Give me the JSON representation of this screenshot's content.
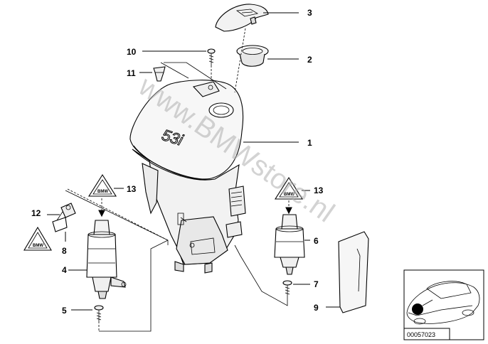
{
  "diagram": {
    "callouts": [
      "1",
      "2",
      "3",
      "4",
      "5",
      "6",
      "7",
      "8",
      "9",
      "10",
      "11",
      "12",
      "13",
      "13"
    ],
    "tank_marking": "53i",
    "warning_symbol_text": "BMW",
    "watermark": "www.BMWstore.nl",
    "reference_number": "00057023"
  }
}
